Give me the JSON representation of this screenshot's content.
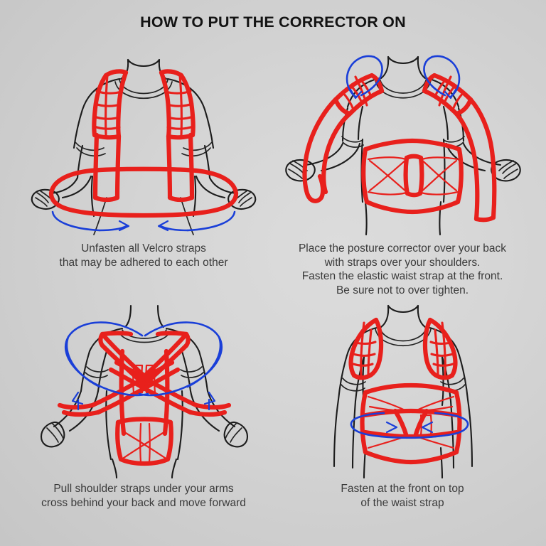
{
  "poster": {
    "title": "HOW TO PUT THE CORRECTOR ON",
    "background_color_outer": "#bdbdbd",
    "background_color_inner": "#dcdcdc",
    "strap_color": "#e8201c",
    "arrow_color": "#1a3fd8",
    "outline_color": "#1c1c1c",
    "caption_color": "#3a3a3a",
    "title_color": "#131313"
  },
  "steps": [
    {
      "id": "step-1",
      "illustration": "front-view-unfastened-straps",
      "caption": "Unfasten all Velcro straps\nthat may be adhered to each other"
    },
    {
      "id": "step-2",
      "illustration": "front-view-placing-corrector-waist-fastened",
      "caption": "Place the posture corrector over your back\nwith straps over your shoulders.\nFasten the elastic waist strap at the front.\nBe sure not to over tighten."
    },
    {
      "id": "step-3",
      "illustration": "back-view-straps-crossed",
      "caption": "Pull shoulder straps under your arms\ncross behind your back and move forward"
    },
    {
      "id": "step-4",
      "illustration": "front-view-fastened-complete",
      "caption": "Fasten at the front on top\nof the waist strap"
    }
  ]
}
